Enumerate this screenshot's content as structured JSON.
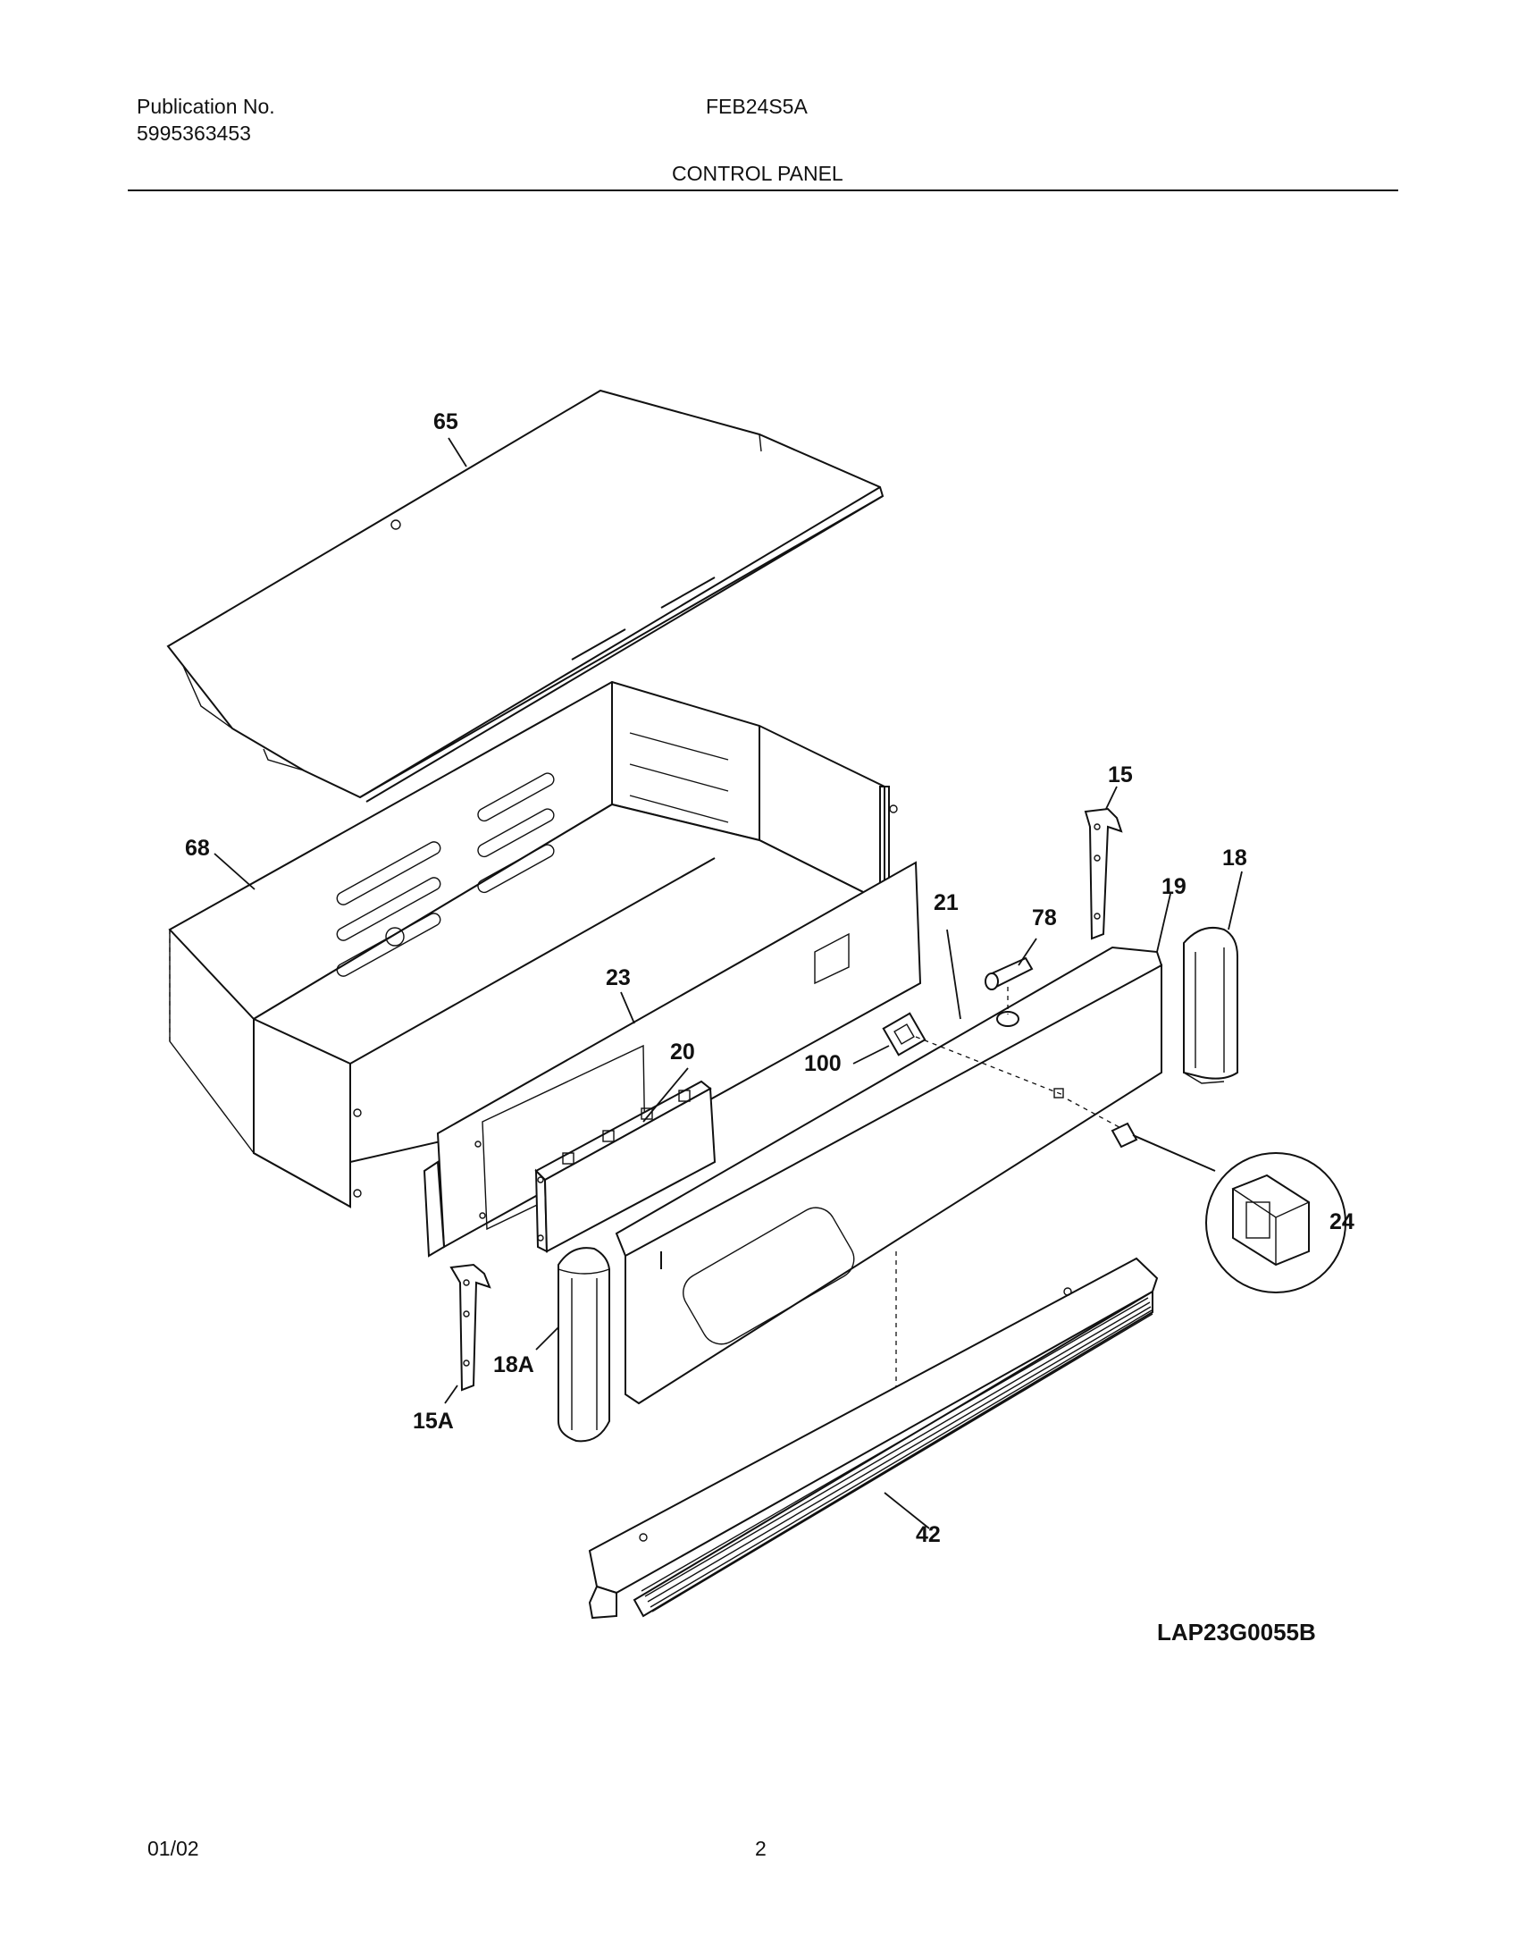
{
  "header": {
    "publication_label": "Publication No.",
    "publication_number": "5995363453",
    "model": "FEB24S5A",
    "section_title": "CONTROL PANEL"
  },
  "diagram": {
    "callouts": {
      "p65": "65",
      "p68": "68",
      "p23": "23",
      "p20": "20",
      "p15": "15",
      "p15a": "15A",
      "p18": "18",
      "p18a": "18A",
      "p19": "19",
      "p21": "21",
      "p78": "78",
      "p100": "100",
      "p24": "24",
      "p42": "42"
    },
    "reference_code": "LAP23G0055B"
  },
  "footer": {
    "date": "01/02",
    "page": "2"
  }
}
